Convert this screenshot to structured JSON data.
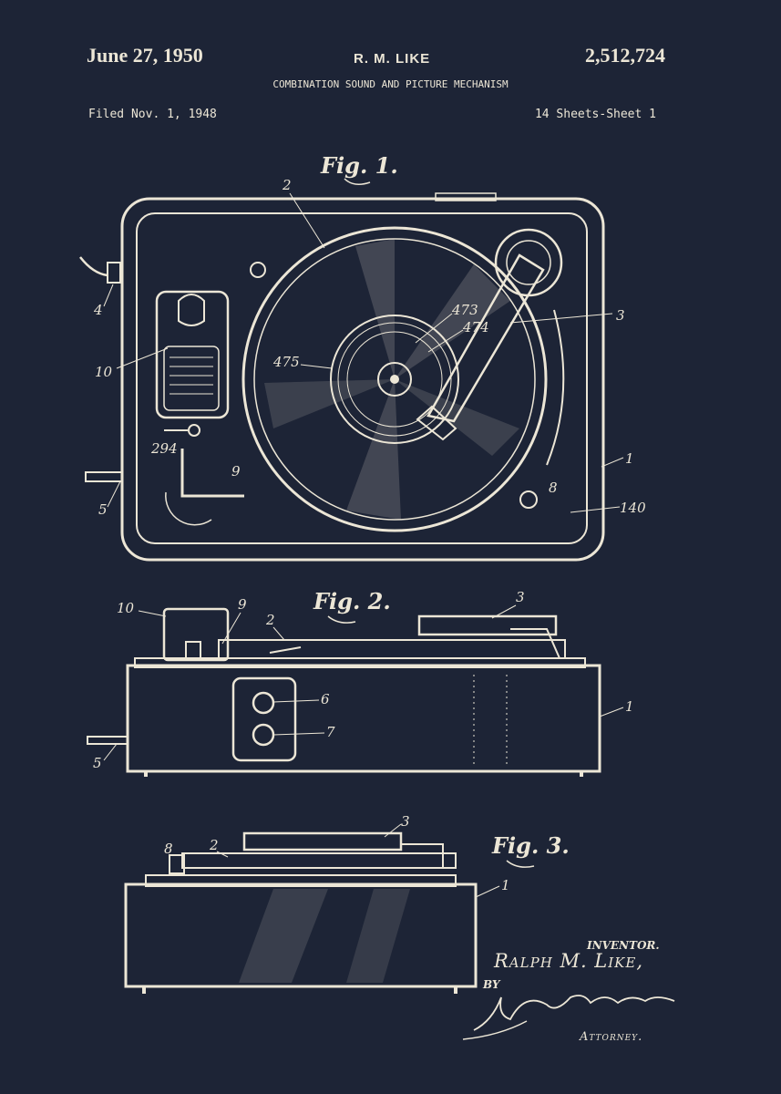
{
  "header": {
    "date": "June 27, 1950",
    "inventor": "R. M. LIKE",
    "patent_number": "2,512,724",
    "title": "COMBINATION SOUND AND PICTURE MECHANISM",
    "filed": "Filed Nov. 1, 1948",
    "sheets": "14 Sheets-Sheet 1"
  },
  "figures": {
    "fig1": {
      "label": "Fig. 1.",
      "refs": {
        "r2": "2",
        "r3": "3",
        "r4": "4",
        "r10": "10",
        "r473": "473",
        "r474": "474",
        "r475": "475",
        "r294": "294",
        "r9": "9",
        "r5": "5",
        "r8": "8",
        "r1": "1",
        "r140": "140"
      }
    },
    "fig2": {
      "label": "Fig. 2.",
      "refs": {
        "r10": "10",
        "r9": "9",
        "r2": "2",
        "r3": "3",
        "r6": "6",
        "r7": "7",
        "r1": "1",
        "r5": "5"
      }
    },
    "fig3": {
      "label": "Fig. 3.",
      "refs": {
        "r3": "3",
        "r8": "8",
        "r2": "2",
        "r1": "1"
      }
    }
  },
  "signature": {
    "inventor_caption": "INVENTOR.",
    "inventor_name": "Ralph M. Like,",
    "by": "BY",
    "attorney_caption": "Attorney."
  },
  "colors": {
    "background": "#1d2436",
    "ink": "#ece6d6"
  }
}
